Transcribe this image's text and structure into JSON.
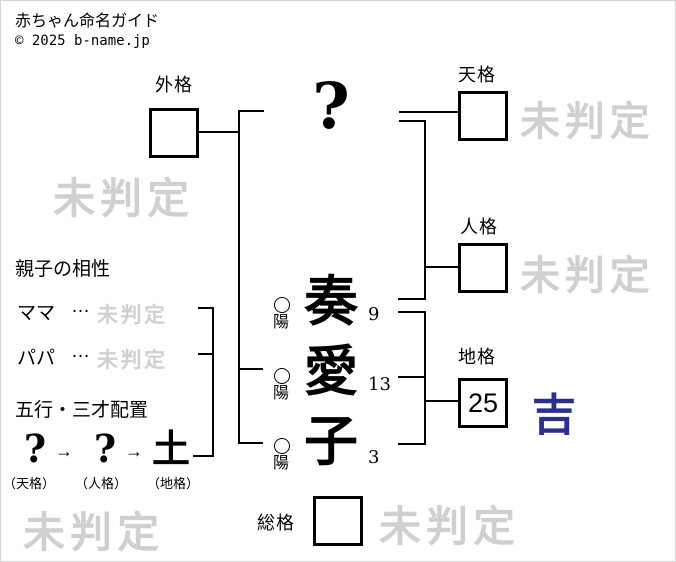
{
  "header": {
    "title": "赤ちゃん命名ガイド",
    "copyright": "© 2025 b-name.jp"
  },
  "colors": {
    "line": "#000000",
    "watermark_gray": "#d0d0d0",
    "kichi_blue": "#2b2f8e"
  },
  "name_column": {
    "surname_placeholder": "?",
    "chars": [
      {
        "char": "奏",
        "strokes": "9",
        "yinyang_symbol": "○",
        "yinyang_label": "陽"
      },
      {
        "char": "愛",
        "strokes": "13",
        "yinyang_symbol": "○",
        "yinyang_label": "陽"
      },
      {
        "char": "子",
        "strokes": "3",
        "yinyang_symbol": "○",
        "yinyang_label": "陽"
      }
    ]
  },
  "kaku": {
    "gaikaku": {
      "label": "外格",
      "value": "",
      "status": "未判定"
    },
    "tenkaku": {
      "label": "天格",
      "value": "",
      "status": "未判定"
    },
    "jinkaku": {
      "label": "人格",
      "value": "",
      "status": "未判定"
    },
    "chikaku": {
      "label": "地格",
      "value": "25",
      "status": "吉"
    },
    "soukaku": {
      "label": "総格",
      "value": "",
      "status": "未判定"
    }
  },
  "compatibility": {
    "title": "親子の相性",
    "rows": [
      {
        "label": "ママ",
        "dots": "…",
        "status": "未判定"
      },
      {
        "label": "パパ",
        "dots": "…",
        "status": "未判定"
      }
    ]
  },
  "gogyou": {
    "title": "五行・三才配置",
    "arrow": "→",
    "sequence": [
      {
        "value": "?",
        "label": "（天格）"
      },
      {
        "value": "?",
        "label": "（人格）"
      },
      {
        "value": "土",
        "label": "（地格）"
      }
    ],
    "status": "未判定"
  }
}
